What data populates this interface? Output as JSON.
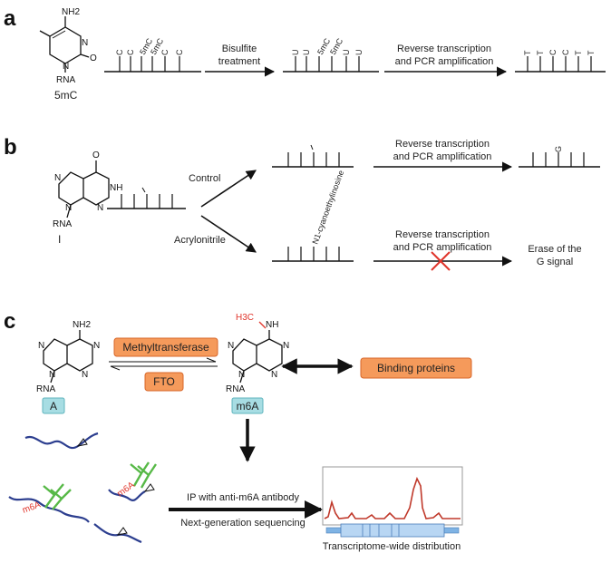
{
  "panels": {
    "a": {
      "label": "a",
      "molecule": {
        "name": "5mC",
        "nh2": "NH2",
        "n": "N",
        "o": "O",
        "rna": "RNA"
      },
      "seq1_bases": [
        "C",
        "C",
        "5mC",
        "5mC",
        "C",
        "C"
      ],
      "arrow1_label": [
        "Bisulfite",
        "treatment"
      ],
      "seq2_bases": [
        "U",
        "U",
        "5mC",
        "5mC",
        "U",
        "U"
      ],
      "arrow2_label": [
        "Reverse transcription",
        "and PCR amplification"
      ],
      "seq3_bases": [
        "T",
        "T",
        "C",
        "C",
        "T",
        "T"
      ]
    },
    "b": {
      "label": "b",
      "molecule": {
        "name": "I",
        "o": "O",
        "n": "N",
        "nh": "NH",
        "rna": "RNA"
      },
      "branch_top": "Control",
      "branch_bottom": "Acrylonitrile",
      "rt_label": [
        "Reverse transcription",
        "and PCR amplification"
      ],
      "rt_label2": [
        "Reverse transcription",
        "and PCR amplification"
      ],
      "top_result_base": "G",
      "modified_label": "N1-cyanoethylinosine",
      "erase_label": [
        "Erase of the",
        "G signal"
      ]
    },
    "c": {
      "label": "c",
      "molecule_a": {
        "nh2": "NH2",
        "n": "N",
        "rna": "RNA",
        "name": "A"
      },
      "molecule_m6a": {
        "h3c": "H3C",
        "nh": "NH",
        "n": "N",
        "rna": "RNA",
        "name": "m6A"
      },
      "methyltransferase": "Methyltransferase",
      "fto": "FTO",
      "binding": "Binding proteins",
      "ip_label": "IP with anti-m6A antibody",
      "ngs_label": "Next-generation sequencing",
      "distribution_label": "Transcriptome-wide distribution",
      "m6a_tag": "m6A"
    }
  },
  "colors": {
    "orange": "#f59a5b",
    "teal": "#a7dde3",
    "red": "#e0352b",
    "blue": "#2c3e8f",
    "green": "#57b947",
    "signal": "#c0392b"
  }
}
